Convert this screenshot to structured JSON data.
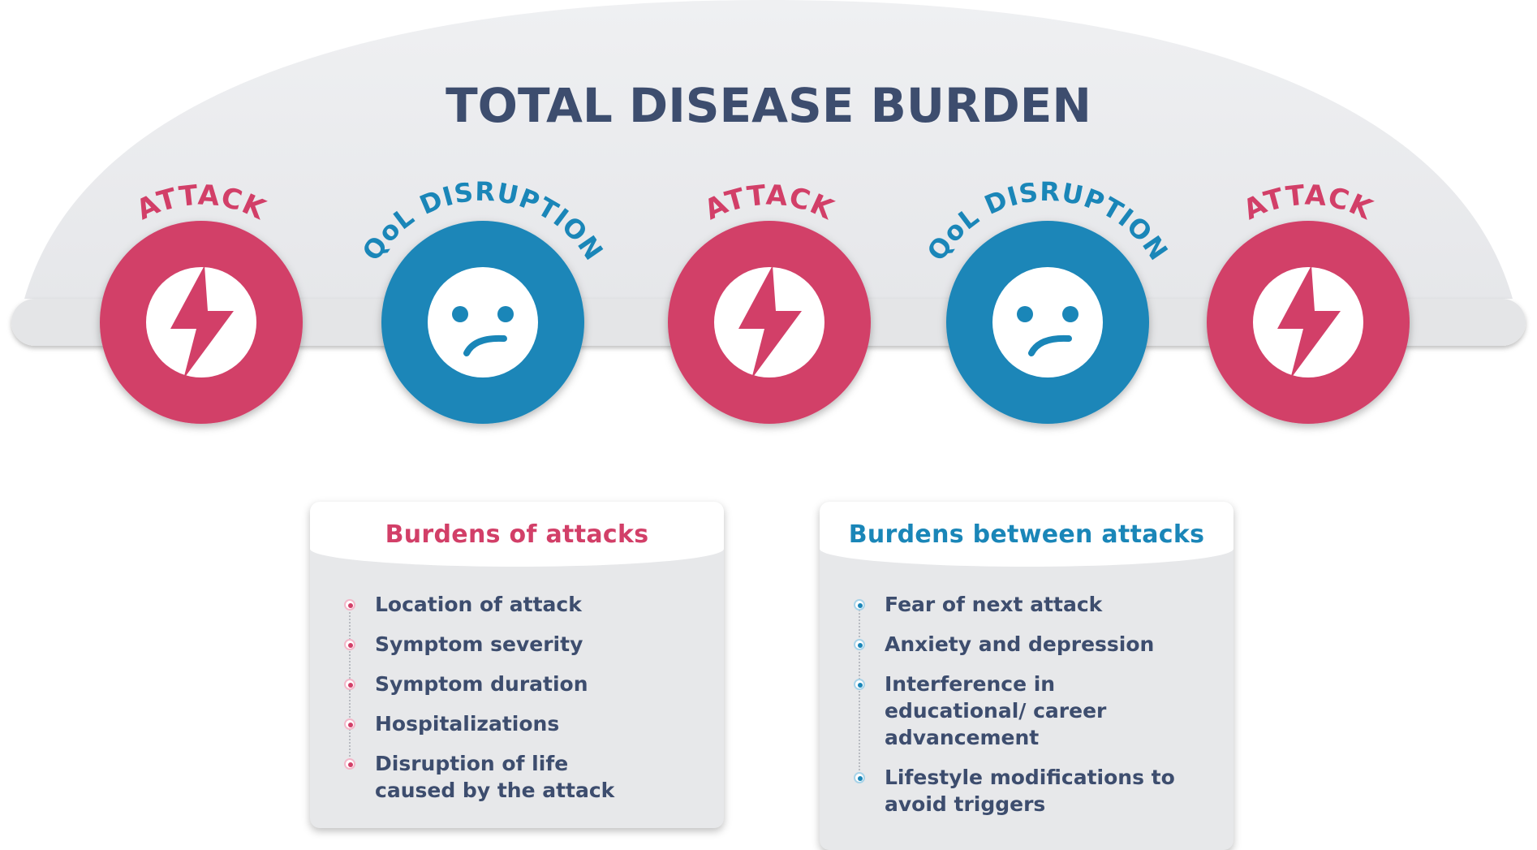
{
  "title": "TOTAL DISEASE BURDEN",
  "timeline": [
    {
      "label": "ATTACK",
      "kind": "attack",
      "icon": "lightning-bolt-icon"
    },
    {
      "label": "QoL DISRUPTION",
      "kind": "qol",
      "icon": "sad-face-icon"
    },
    {
      "label": "ATTACK",
      "kind": "attack",
      "icon": "lightning-bolt-icon"
    },
    {
      "label": "QoL DISRUPTION",
      "kind": "qol",
      "icon": "sad-face-icon"
    },
    {
      "label": "ATTACK",
      "kind": "attack",
      "icon": "lightning-bolt-icon"
    }
  ],
  "cards": {
    "attacks": {
      "title": "Burdens of attacks",
      "items": [
        "Location of attack",
        "Symptom severity",
        "Symptom duration",
        "Hospitalizations",
        "Disruption of life caused by the attack"
      ]
    },
    "between": {
      "title": "Burdens between attacks",
      "items": [
        "Fear of next attack",
        "Anxiety and depression",
        "Interference in educational/ career advancement",
        "Lifestyle modifications to avoid triggers"
      ]
    }
  },
  "colors": {
    "attack": "#d23f68",
    "qol": "#1a86b8",
    "title": "#3d4d6e",
    "dome": "#eceef0",
    "bar": "#e4e5e7"
  }
}
